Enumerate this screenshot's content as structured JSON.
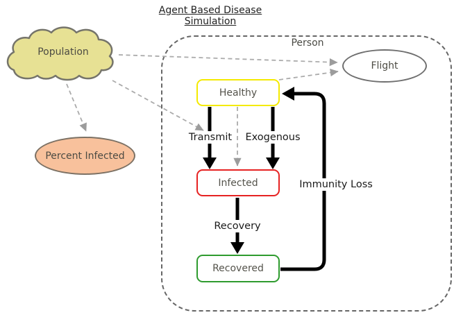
{
  "title": {
    "line1": "Agent Based Disease",
    "line2": "Simulation"
  },
  "container": {
    "label": "Person"
  },
  "nodes": {
    "population": {
      "label": "Population",
      "shape": "cloud",
      "fill": "#e7e194",
      "border": "#75746a"
    },
    "percent_infected": {
      "label": "Percent Infected",
      "shape": "ellipse",
      "fill": "#f8c19c",
      "border": "#7c7164"
    },
    "flight": {
      "label": "Flight",
      "shape": "ellipse",
      "fill": "#ffffff",
      "border": "#6f6f6f"
    },
    "healthy": {
      "label": "Healthy",
      "shape": "rounded-rect",
      "fill": "#ffffff",
      "border": "#f4ea00"
    },
    "infected": {
      "label": "Infected",
      "shape": "rounded-rect",
      "fill": "#ffffff",
      "border": "#e62222"
    },
    "recovered": {
      "label": "Recovered",
      "shape": "rounded-rect",
      "fill": "#ffffff",
      "border": "#2e9b2e"
    }
  },
  "edges": {
    "transmit": {
      "label": "Transmit",
      "from": "Healthy",
      "to": "Infected",
      "style": "solid-black"
    },
    "exogenous": {
      "label": "Exogenous",
      "from": "Healthy",
      "to": "Infected",
      "style": "solid-black"
    },
    "recovery": {
      "label": "Recovery",
      "from": "Infected",
      "to": "Recovered",
      "style": "solid-black"
    },
    "immunity_loss": {
      "label": "Immunity Loss",
      "from": "Recovered",
      "to": "Healthy",
      "style": "solid-black"
    },
    "pop_to_flight": {
      "label": "",
      "from": "Population",
      "to": "Flight",
      "style": "dashed-gray"
    },
    "pop_to_percent": {
      "label": "",
      "from": "Population",
      "to": "Percent Infected",
      "style": "dashed-gray"
    },
    "pop_to_transmit": {
      "label": "",
      "from": "Population",
      "to": "Transmit arrow",
      "style": "dashed-gray"
    },
    "healthy_to_flight": {
      "label": "",
      "from": "Healthy",
      "to": "Flight",
      "style": "dashed-gray"
    },
    "healthy_to_infected_dashed": {
      "label": "",
      "from": "Healthy",
      "to": "Infected",
      "style": "dashed-gray"
    }
  },
  "colors": {
    "solid_edge": "#000000",
    "dashed_edge": "#ababab",
    "dashed_arrowhead": "#9c9c9c",
    "container_border": "#666666",
    "node_text": "#4c4b43",
    "label_text": "#1a1a1a"
  }
}
